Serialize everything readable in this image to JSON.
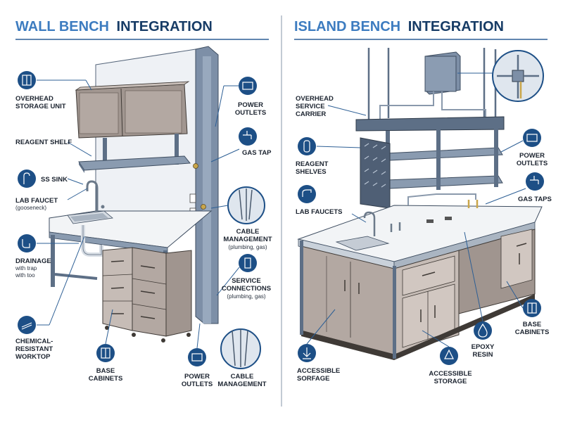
{
  "wall": {
    "title_a": "WALL BENCH",
    "title_b": "INTEGRATION",
    "labels": {
      "overhead_1": "OVERHEAD",
      "overhead_2": "STORAGE UNIT",
      "reagent_shelf": "REAGENT SHELF",
      "ss_sink": "SS SINK",
      "lab_faucet": "LAB FAUCET",
      "lab_faucet_sub": "(gooseneck)",
      "drainage": "DRAINAGE",
      "drainage_sub_1": "with trap",
      "drainage_sub_2": "with too",
      "worktop_1": "CHEMICAL-",
      "worktop_2": "RESISTANT",
      "worktop_3": "WORKTOP",
      "base_1": "BASE",
      "base_2": "CABINETS",
      "power_bottom_1": "POWER",
      "power_bottom_2": "OUTLETS",
      "cable_bottom_1": "CABLE",
      "cable_bottom_2": "MANAGEMENT",
      "power_top_1": "POWER",
      "power_top_2": "OUTLETS",
      "gas_tap": "GAS TAP",
      "cable_mid_1": "CABLE",
      "cable_mid_2": "MANAGEMENT",
      "cable_mid_sub": "(plumbing, gas)",
      "service_1": "SERVICE",
      "service_2": "CONNECTIONS",
      "service_sub": "(plumbing, gas)"
    }
  },
  "island": {
    "title_a": "ISLAND BENCH",
    "title_b": "INTEGRATION",
    "labels": {
      "carrier_1": "OVERHEAD",
      "carrier_2": "SERVICE",
      "carrier_3": "CARRIER",
      "shelves_1": "REAGENT",
      "shelves_2": "SHELVES",
      "faucets": "LAB FAUCETS",
      "surface_1": "ACCESSIBLE",
      "surface_2": "SORFAGE",
      "storage_1": "ACCESSIBLE",
      "storage_2": "STORAGE",
      "epoxy_1": "EPOXY",
      "epoxy_2": "RESIN",
      "base_1": "BASE",
      "base_2": "CABINETS",
      "gas_taps": "GAS TAPS",
      "power_1": "POWER",
      "power_2": "OUTLETS"
    }
  },
  "colors": {
    "title_light": "#3d7cc0",
    "title_dark": "#173c66",
    "accent": "#1d4f86",
    "cabinet": "#c6bcb6",
    "frame": "#5d6f86",
    "worktop": "#f2f4f6"
  },
  "icons": [
    "cabinet-icon",
    "shelf-icon",
    "sink-icon",
    "faucet-icon",
    "trap-icon",
    "worktop-icon",
    "base-cabinet-icon",
    "outlet-icon",
    "cable-icon",
    "gas-tap-icon",
    "service-icon",
    "hanging-shelf-icon",
    "droplet-icon",
    "recycle-icon",
    "accessible-arrow-icon"
  ]
}
